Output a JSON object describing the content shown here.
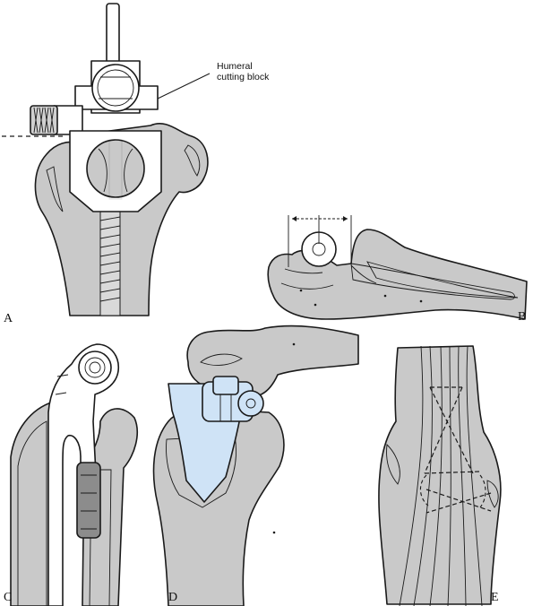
{
  "labels": {
    "a": "A",
    "b": "B",
    "c": "C",
    "d": "D",
    "e": "E"
  },
  "callouts": {
    "humeral_cutting_block_line1": "Humeral",
    "humeral_cutting_block_line2": "cutting block"
  },
  "colors": {
    "bone": "#c9c9c9",
    "bone_dark": "#a9a9a9",
    "cancellous": "#8c8c8c",
    "metal": "#ffffff",
    "implant_blue": "#cfe3f6",
    "outline": "#1a1a1a"
  }
}
